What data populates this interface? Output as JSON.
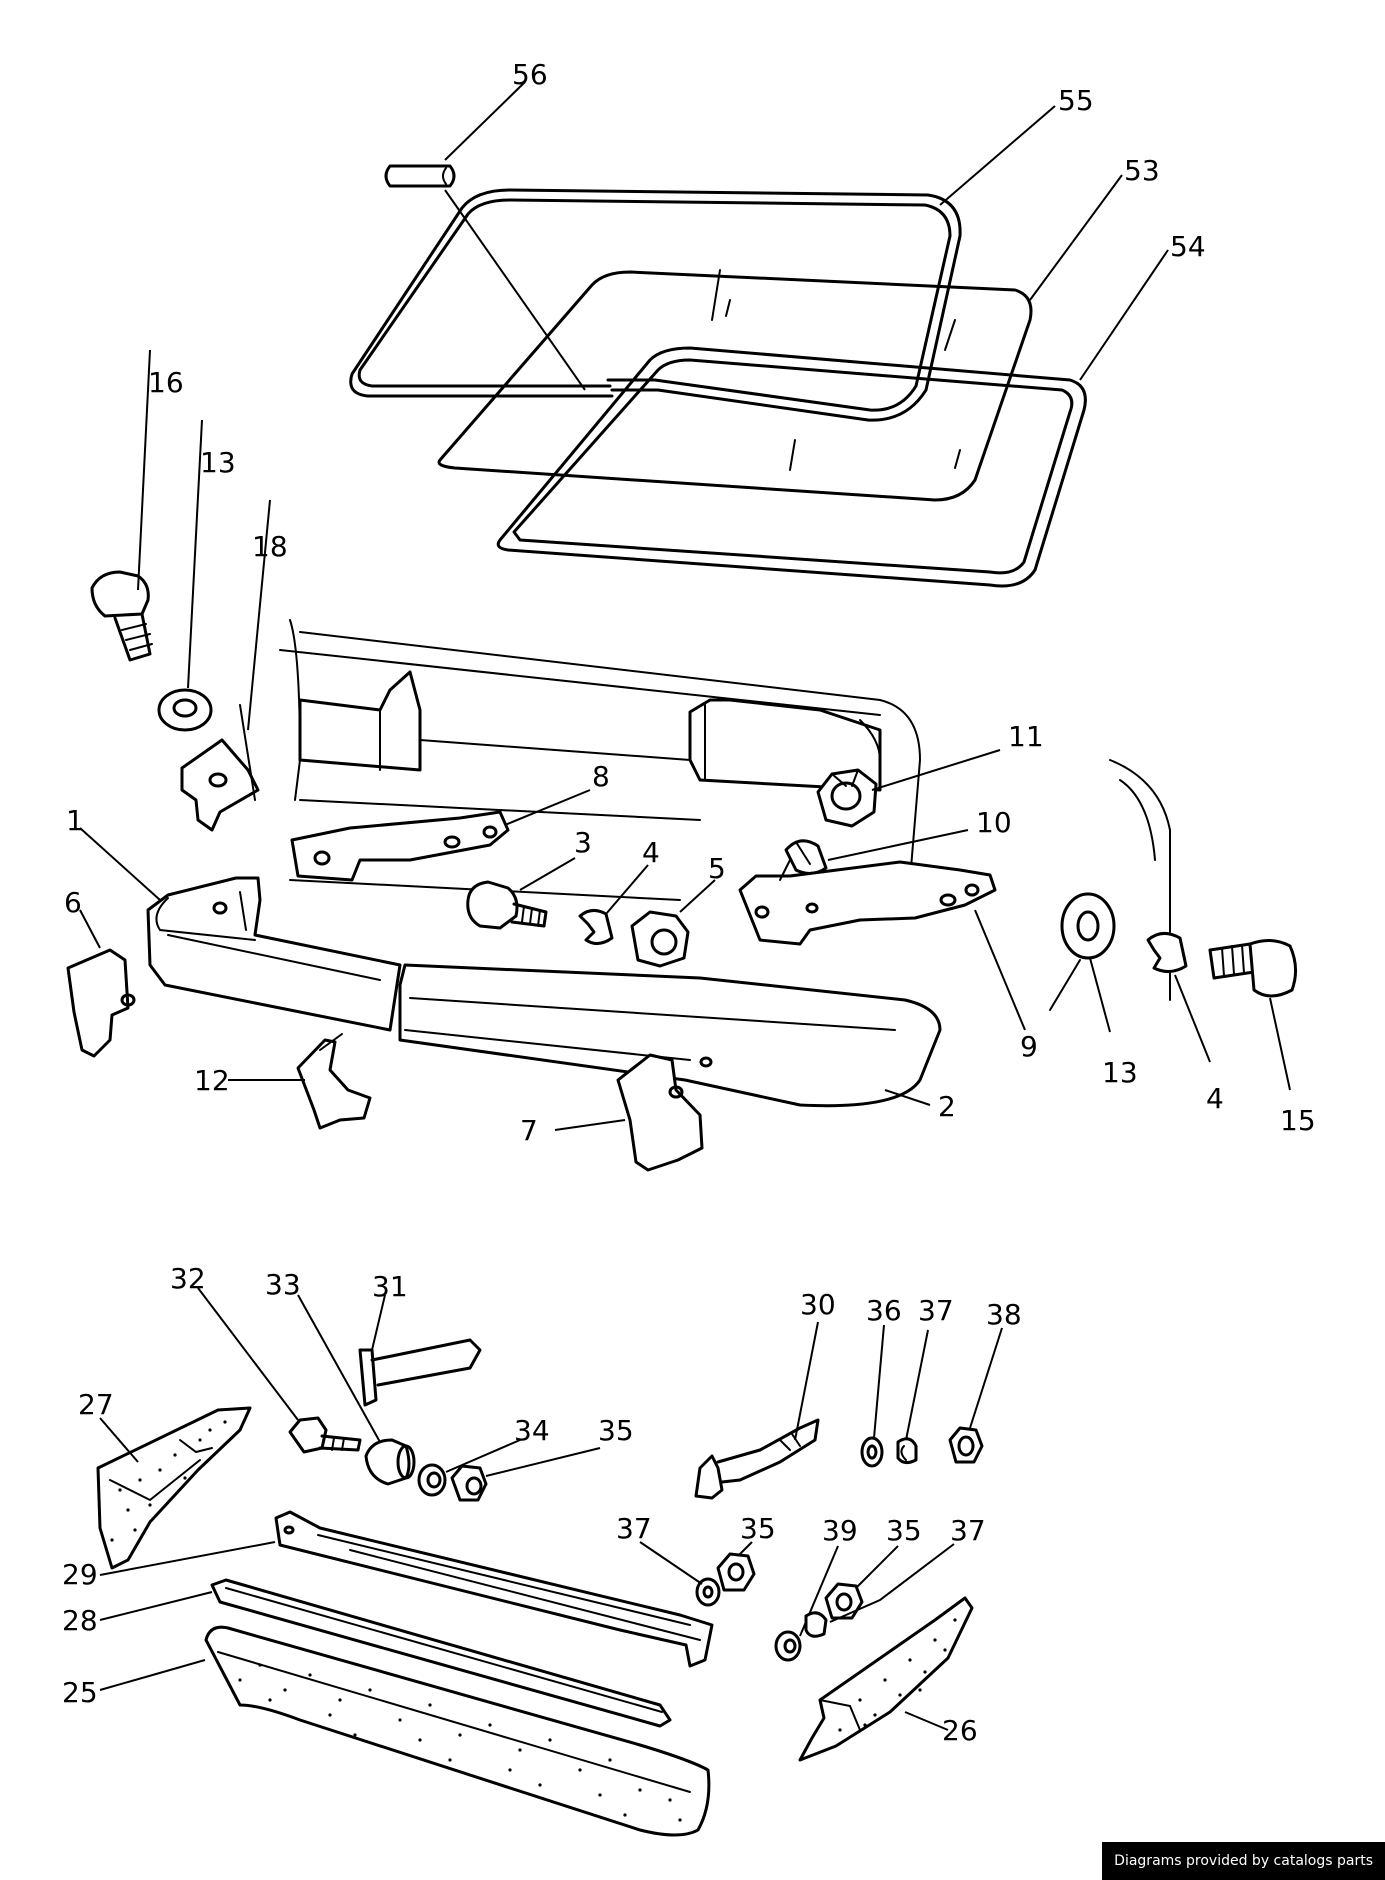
{
  "callouts": {
    "c1": "1",
    "c2": "2",
    "c3": "3",
    "c4a": "4",
    "c4b": "4",
    "c5": "5",
    "c6": "6",
    "c7": "7",
    "c8": "8",
    "c9": "9",
    "c10": "10",
    "c11": "11",
    "c12": "12",
    "c13a": "13",
    "c13b": "13",
    "c15": "15",
    "c16": "16",
    "c18": "18",
    "c53": "53",
    "c54": "54",
    "c55": "55",
    "c56": "56",
    "c25": "25",
    "c26": "26",
    "c27": "27",
    "c28": "28",
    "c29": "29",
    "c30": "30",
    "c31": "31",
    "c32": "32",
    "c33": "33",
    "c34": "34",
    "c35a": "35",
    "c35b": "35",
    "c35c": "35",
    "c36": "36",
    "c37a": "37",
    "c37b": "37",
    "c37c": "37",
    "c38": "38",
    "c39": "39"
  },
  "credit": "Diagrams provided by catalogs parts"
}
